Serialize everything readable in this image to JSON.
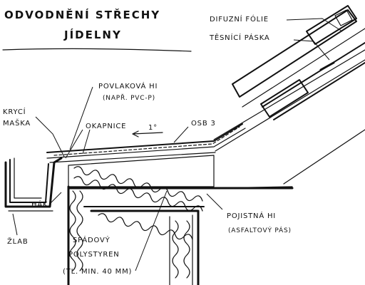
{
  "title": {
    "line1": "ODVODNĚNÍ STŘECHY",
    "line2": "JÍDELNY"
  },
  "labels": {
    "difuzni_folie": "DIFUZNÍ FÓLIE",
    "tesnici_paska": "TĚSNÍCÍ PÁSKA",
    "povlakova_hi": "POVLAKOVÁ HI",
    "povlakova_hi_note": "(NAPŘ. PVC-P)",
    "kryci_maska_1": "KRYCÍ",
    "kryci_maska_2": "MAŠKA",
    "okapnice": "OKAPNICE",
    "slope": "1°",
    "osb": "OSB 3",
    "hak": "HÁK",
    "zlab": "ŽLAB",
    "pojistna_hi": "POJISTNÁ HI",
    "pojistna_hi_note": "(ASFALTOVÝ PÁS)",
    "spadovy_1": "SPÁDOVÝ",
    "spadovy_2": "POLYSTYREN",
    "spadovy_3": "(TL. MIN. 40 MM)"
  },
  "colors": {
    "ink": "#111111",
    "paper": "#ffffff"
  }
}
